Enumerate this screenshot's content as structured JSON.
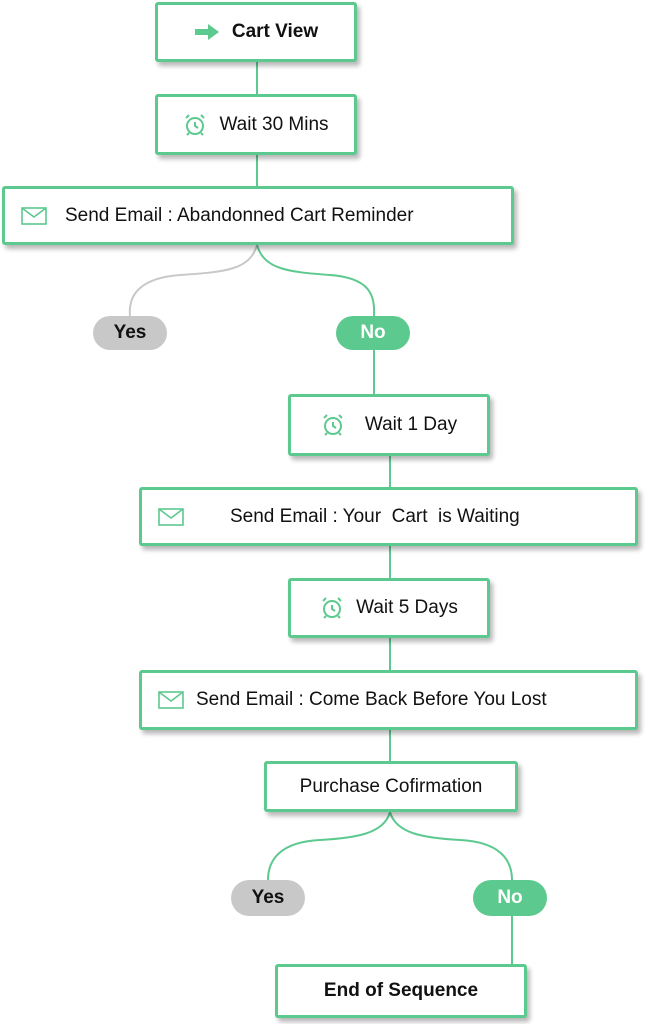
{
  "colors": {
    "accent": "#5cc98f",
    "yes_pill": "#c8c8c8",
    "line_gray": "#c8c8c8"
  },
  "nodes": {
    "cart_view": {
      "label": "Cart View",
      "icon": "arrow-right-icon"
    },
    "wait_30": {
      "label": "Wait 30 Mins",
      "icon": "alarm-clock-icon"
    },
    "email_1": {
      "label": "Send Email : Abandonned Cart Reminder",
      "icon": "envelope-icon"
    },
    "wait_1day": {
      "label": "Wait 1 Day",
      "icon": "alarm-clock-icon"
    },
    "email_2": {
      "label": "Send Email : Your  Cart  is Waiting",
      "icon": "envelope-icon"
    },
    "wait_5days": {
      "label": "Wait 5 Days",
      "icon": "alarm-clock-icon"
    },
    "email_3": {
      "label": "Send Email : Come Back Before You Lost",
      "icon": "envelope-icon"
    },
    "purchase": {
      "label": "Purchase Cofirmation"
    },
    "end": {
      "label": "End of Sequence"
    }
  },
  "branches": {
    "first": {
      "yes": "Yes",
      "no": "No"
    },
    "second": {
      "yes": "Yes",
      "no": "No"
    }
  }
}
